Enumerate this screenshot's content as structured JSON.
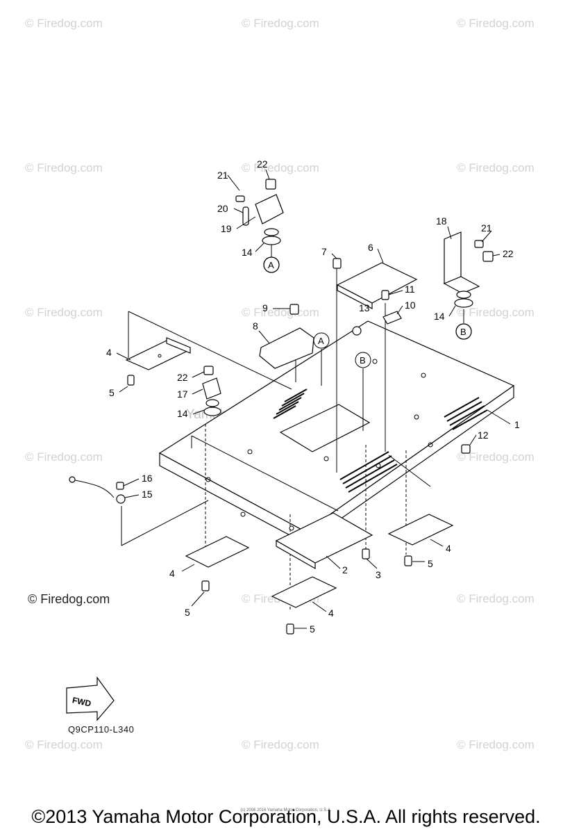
{
  "watermark": "© Firedog.com",
  "embedded_watermark": "Yamaha Motor Corp, U.S.A.",
  "copyright_badge": "© Firedog.com",
  "figure_code": "Q9CP110-L340",
  "fwd_label": "FWD",
  "footer": "©2013 Yamaha Motor Corporation, U.S.A. All rights reserved.",
  "footer_small": "(c) 2006 2016 Yamaha Motor Corporation, U.S.A.",
  "callouts": {
    "p1": "1",
    "p2": "2",
    "p3": "3",
    "p4a": "4",
    "p4b": "4",
    "p4c": "4",
    "p4d": "4",
    "p5a": "5",
    "p5b": "5",
    "p5c": "5",
    "p5d": "5",
    "p6": "6",
    "p7": "7",
    "p8": "8",
    "p9": "9",
    "p10": "10",
    "p11": "11",
    "p12": "12",
    "p13": "13",
    "p14a": "14",
    "p14b": "14",
    "p14c": "14",
    "p15": "15",
    "p16": "16",
    "p17": "17",
    "p18": "18",
    "p19": "19",
    "p20": "20",
    "p21a": "21",
    "p21b": "21",
    "p22a": "22",
    "p22b": "22",
    "p22c": "22"
  },
  "refs": {
    "a1": "A",
    "a2": "A",
    "b1": "B",
    "b2": "B"
  }
}
